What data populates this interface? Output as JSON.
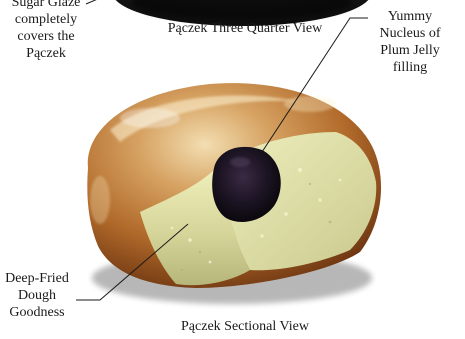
{
  "labels": {
    "glaze": [
      "Sugar Glaze",
      "completely",
      "covers the",
      "Pączek"
    ],
    "three_quarter_view": "Pączek Three Quarter View",
    "jelly": [
      "Yummy",
      "Nucleus of",
      "Plum Jelly",
      "filling"
    ],
    "dough": [
      "Deep-Fried",
      "Dough",
      "Goodness"
    ],
    "sectional_view": "Pączek Sectional View"
  },
  "colors": {
    "top_shadow": "#0d0d0d",
    "glaze_light": "#e9c792",
    "glaze_mid": "#b9732e",
    "glaze_dark": "#7a3f14",
    "crumb_light": "#e6e6a9",
    "crumb_mid": "#c9c88b",
    "jelly_dark": "#140f1b",
    "leader_line": "#1a1a1a"
  }
}
